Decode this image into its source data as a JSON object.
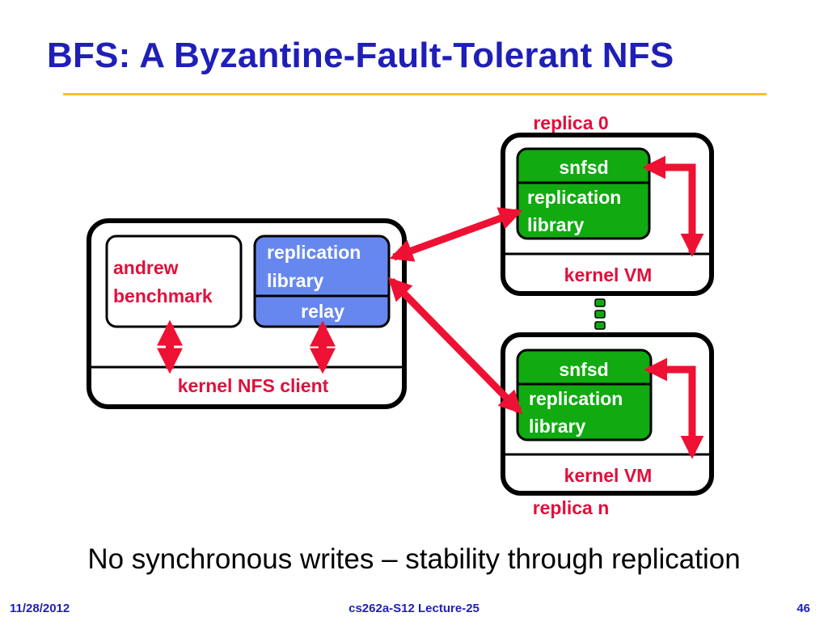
{
  "title": "BFS: A Byzantine-Fault-Tolerant NFS",
  "client": {
    "app_label_line1": "andrew",
    "app_label_line2": "benchmark",
    "lib_label_line1": "replication",
    "lib_label_line2": "library",
    "relay_label": "relay",
    "kernel_label": "kernel NFS client"
  },
  "replicas": [
    {
      "name": "replica 0",
      "server_label": "snfsd",
      "lib_label_line1": "replication",
      "lib_label_line2": "library",
      "kernel_label": "kernel VM"
    },
    {
      "name": "replica n",
      "server_label": "snfsd",
      "lib_label_line1": "replication",
      "lib_label_line2": "library",
      "kernel_label": "kernel VM"
    }
  ],
  "caption": "No synchronous writes – stability through replication",
  "footer": {
    "date": "11/28/2012",
    "course": "cs262a-S12 Lecture-25",
    "page": "46"
  },
  "colors": {
    "title": "#1f1fb8",
    "accent_rule": "#f5c518",
    "label_red": "#e0103c",
    "arrow_red": "#ee1133",
    "library_blue": "#6688ee",
    "server_green": "#11aa11",
    "ellipsis_green": "#11aa11"
  }
}
